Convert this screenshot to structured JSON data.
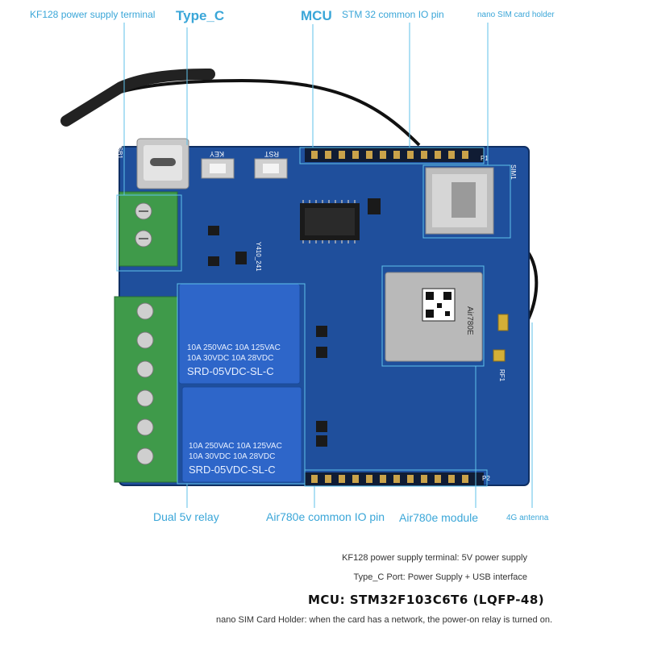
{
  "callouts": {
    "kf128": "KF128 power supply terminal",
    "typec": "Type_C",
    "mcu": "MCU",
    "stm32_io": "STM 32 common IO pin",
    "nano_sim": "nano SIM card holder",
    "relay": "Dual 5v relay",
    "air780e_io": "Air780e common IO pin",
    "air780e_module": "Air780e module",
    "antenna": "4G antenna"
  },
  "board_labels": {
    "key": "KEY",
    "rst": "RST",
    "usb": "USB1",
    "sim": "SIM1",
    "relay_spec_row1": "10A 250VAC  10A 125VAC",
    "relay_spec_row2": "10A  30VDC  10A  28VDC",
    "relay_model": "SRD-05VDC-SL-C",
    "module_name": "Air780E",
    "rf": "RF1",
    "p1": "P1",
    "p2": "P2",
    "part_no": "Y410_241"
  },
  "notes": {
    "kf128_note": "KF128 power supply terminal: 5V power supply",
    "typec_note": "Type_C Port: Power Supply + USB interface",
    "mcu_line": "MCU: STM32F103C6T6 (LQFP-48)",
    "sim_note": "nano SIM Card Holder: when the card has a network, the power-on relay is turned on."
  },
  "colors": {
    "pcb": "#1f4f9c",
    "pcb_dark": "#173d7a",
    "terminal_green": "#3f9a4a",
    "relay_blue": "#2e66c9",
    "callout_blue": "#3aa6d8",
    "header_gold": "#c9a24a"
  },
  "icons": {
    "antenna": "antenna-cable-icon",
    "usb": "usb-c-port-icon",
    "chip": "qfp-chip-icon"
  }
}
